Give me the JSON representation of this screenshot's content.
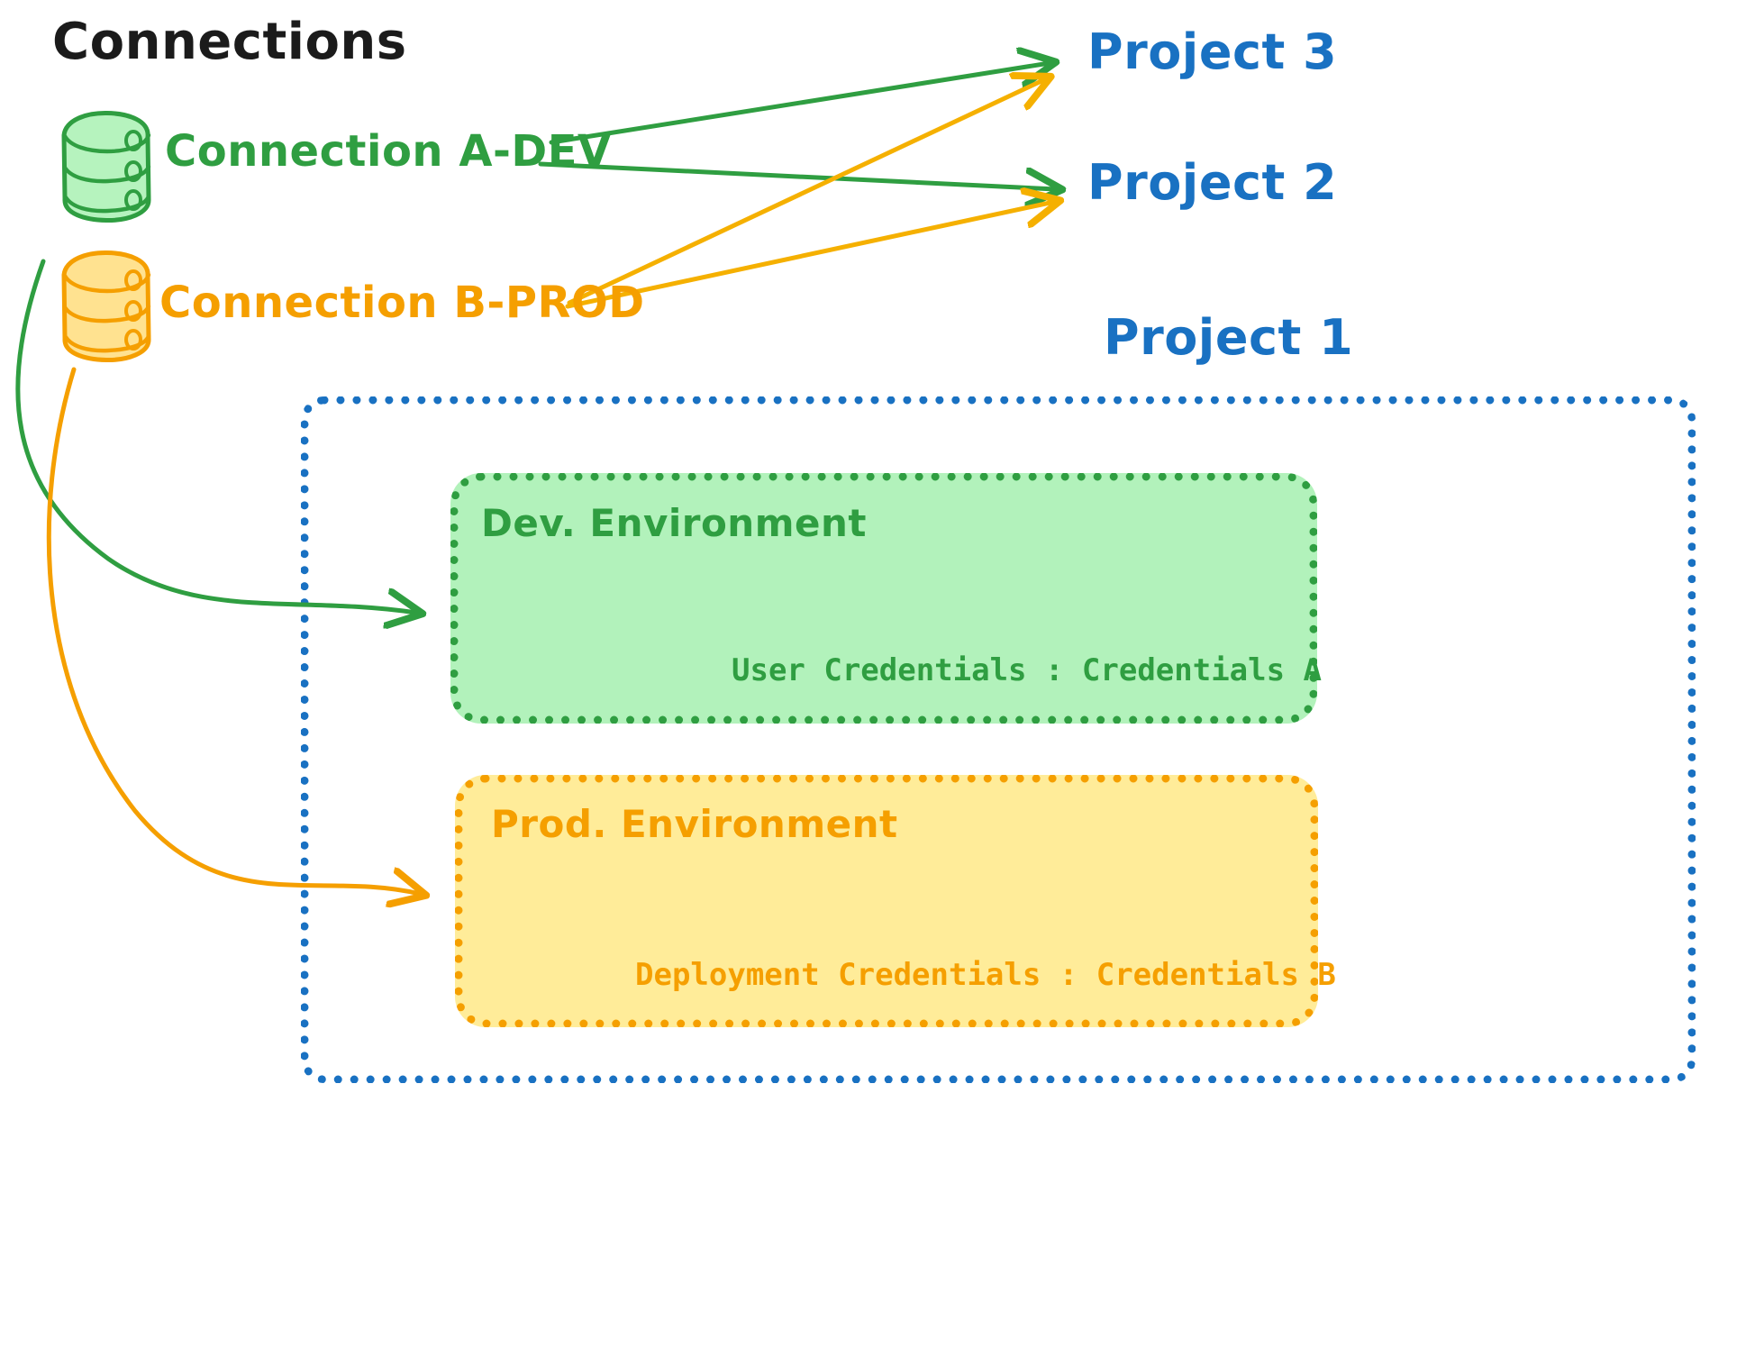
{
  "diagram": {
    "title": "Connections",
    "title_color": "#1b1b1b",
    "connections": [
      {
        "id": "conn-a",
        "label": "Connection A-DEV",
        "color": "#2f9e41",
        "fill": "#b2f2bb",
        "icon": "database-cylinder-icon"
      },
      {
        "id": "conn-b",
        "label": "Connection B-PROD",
        "color": "#f59f00",
        "fill": "#ffe08a",
        "icon": "database-cylinder-icon"
      }
    ],
    "projects": [
      {
        "id": "project-3",
        "label": "Project 3",
        "color": "#1971c2"
      },
      {
        "id": "project-2",
        "label": "Project 2",
        "color": "#1971c2"
      },
      {
        "id": "project-1",
        "label": "Project 1",
        "color": "#1971c2"
      }
    ],
    "project_container": {
      "name": "Project 1",
      "border_color": "#1971c2",
      "border_style": "dotted"
    },
    "environments": [
      {
        "id": "dev-environment",
        "title": "Dev. Environment",
        "credentials_label": "User Credentials",
        "credentials_separator": ":",
        "credentials_value": "Credentials A",
        "credentials_line": "User Credentials : Credentials A",
        "border_color": "#2f9e41",
        "fill_color": "#b2f2bb",
        "text_color": "#2f9e41"
      },
      {
        "id": "prod-environment",
        "title": "Prod. Environment",
        "credentials_label": "Deployment Credentials",
        "credentials_separator": ":",
        "credentials_value": "Credentials B",
        "credentials_line": "Deployment Credentials : Credentials B",
        "border_color": "#f59f00",
        "fill_color": "#ffec99",
        "text_color": "#f59f00"
      }
    ],
    "edges": [
      {
        "id": "edge-a-dev-to-project-3",
        "from": "Connection A-DEV",
        "to": "Project 3",
        "color": "#2f9e41"
      },
      {
        "id": "edge-a-dev-to-project-2",
        "from": "Connection A-DEV",
        "to": "Project 2",
        "color": "#2f9e41"
      },
      {
        "id": "edge-b-prod-to-project-3",
        "from": "Connection B-PROD",
        "to": "Project 3",
        "color": "#f5b000"
      },
      {
        "id": "edge-b-prod-to-project-2",
        "from": "Connection B-PROD",
        "to": "Project 2",
        "color": "#f5b000"
      },
      {
        "id": "edge-a-dev-to-dev-environment",
        "from": "Connection A-DEV",
        "to": "Dev. Environment",
        "color": "#2f9e41"
      },
      {
        "id": "edge-b-prod-to-prod-environment",
        "from": "Connection B-PROD",
        "to": "Prod. Environment",
        "color": "#f59f00"
      }
    ],
    "palette": {
      "green_stroke": "#2f9e41",
      "green_fill": "#b2f2bb",
      "orange_stroke": "#f59f00",
      "orange_fill": "#ffe08a",
      "amber_arrow": "#f5b000",
      "blue": "#1971c2",
      "ink": "#1b1b1b",
      "background": "#ffffff"
    }
  }
}
